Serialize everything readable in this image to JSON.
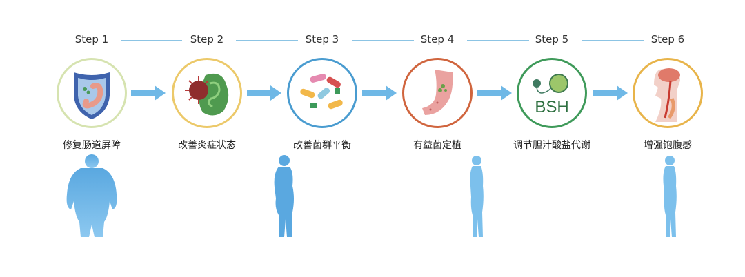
{
  "steps": [
    {
      "label": "Step 1",
      "title": "修复肠道屏障",
      "icon": "shield-intestine-icon",
      "ring": "#d6e3b0"
    },
    {
      "label": "Step 2",
      "title": "改善炎症状态",
      "icon": "virus-inflammation-icon",
      "ring": "#ecc96a"
    },
    {
      "label": "Step 3",
      "title": "改善菌群平衡",
      "icon": "probiotic-capsules-icon",
      "ring": "#4a9cd0"
    },
    {
      "label": "Step 4",
      "title": "有益菌定植",
      "icon": "stomach-bacteria-icon",
      "ring": "#d0653e"
    },
    {
      "label": "Step 5",
      "title": "调节胆汁酸盐代谢",
      "icon": "bsh-enzyme-icon",
      "ring": "#3f9a5a",
      "icon_text": "BSH"
    },
    {
      "label": "Step 6",
      "title": "增强饱腹感",
      "icon": "brain-gut-icon",
      "ring": "#e8b44a"
    }
  ],
  "colors": {
    "arrow": "#6fb8e6",
    "connector": "#8cc4e4",
    "silhouette": "#6db3e3"
  }
}
